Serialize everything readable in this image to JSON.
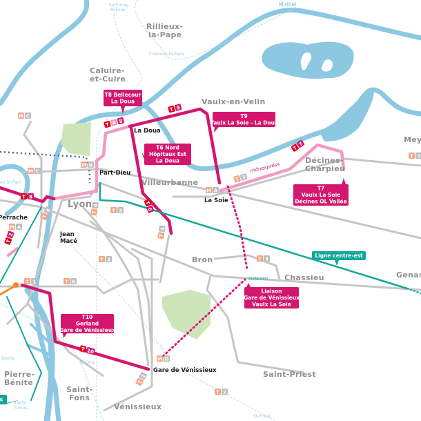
{
  "towns": {
    "rillieux_1": "Rillieux-",
    "rillieux_2": "la-Pape",
    "caluire_1": "Caluire-",
    "caluire_2": "et-Cuire",
    "vaulx": "Vaulx-en-Velin",
    "meyzieu": "Meyz",
    "decines_1": "Décines-",
    "decines_2": "Charpieu",
    "villeurbanne": "Villeurbanne",
    "lyon": "Lyon",
    "bron": "Bron",
    "chassieu": "Chassieu",
    "genas": "Genas",
    "saint_priest": "Saint-Priest",
    "venissieux": "Vénissieux",
    "saint_fons_1": "Saint-",
    "saint_fons_2": "Fons",
    "pierre_benite_1": "Pierre-",
    "pierre_benite_2": "Bénite"
  },
  "stations": {
    "la_doua": "La Doua",
    "part_dieu": "Part-Dieu",
    "la_soie": "La Soie",
    "gare_venissieux": "Gare de Vénissieux",
    "jean_mace_1": "Jean",
    "jean_mace_2": "Macé",
    "perrache": "Perrache",
    "eurexpo": "EUREXPO"
  },
  "rail_stops": {
    "sathonay_1": "Sathonay-",
    "sathonay_2": "Rillieux",
    "crepieux": "Crépieux-la-Pape",
    "miribel": "Miribel",
    "st_paul": "on St-Paul",
    "st_fons": "St-Fons",
    "st_priest": "St-Priest",
    "benite": "Bénite",
    "irigny_1": "Irigny-",
    "irigny_2": "Yvours"
  },
  "callouts": {
    "t8": [
      "T8 Bellecour",
      "La Doua"
    ],
    "t6": [
      "T6 Nord",
      "Hôpitaux Est",
      "La Doua"
    ],
    "t9": [
      "T9",
      "Vaulx La Soie - La Doua"
    ],
    "t7": [
      "T7",
      "Vaulx La Soie",
      "Décines OL Vallée"
    ],
    "centre_est": [
      "Ligne centre-est"
    ],
    "liaison": [
      "Liaison",
      "Gare de Vénissieux",
      "Vaulx La Soie"
    ],
    "t10": [
      "T10",
      "Gerland",
      "Gare de Vénissieux"
    ],
    "cut_left": [
      "rs"
    ]
  },
  "logo": "rhônexpress",
  "badges": [
    {
      "a": "T",
      "b": "4",
      "c": "8",
      "kind": "new"
    },
    {
      "a": "T",
      "b": "9",
      "kind": "new"
    },
    {
      "a": "T",
      "b": "6",
      "kind": "new"
    },
    {
      "a": "T",
      "b": "7",
      "kind": "new"
    },
    {
      "a": "T",
      "b": "8",
      "kind": "new"
    },
    {
      "a": "T",
      "b": "2",
      "kind": "new"
    },
    {
      "a": "T",
      "b": "10",
      "kind": "new"
    },
    {
      "a": "M",
      "b": "C",
      "kind": "metro"
    },
    {
      "a": "M",
      "b": "C",
      "kind": "metro"
    },
    {
      "a": "M",
      "b": "B",
      "kind": "metro"
    },
    {
      "a": "M",
      "b": "A",
      "kind": "metro"
    },
    {
      "a": "M",
      "b": "A",
      "kind": "metro"
    },
    {
      "a": "M",
      "b": "D",
      "kind": "metro"
    },
    {
      "a": "T",
      "b": "3",
      "kind": "tram"
    },
    {
      "a": "T",
      "b": "3",
      "kind": "tram"
    },
    {
      "a": "T",
      "b": "3",
      "kind": "tram"
    },
    {
      "a": "T",
      "b": "1",
      "kind": "tram"
    },
    {
      "a": "T",
      "b": "6",
      "kind": "tram"
    },
    {
      "a": "T",
      "b": "2",
      "kind": "tram"
    },
    {
      "a": "T",
      "b": "5",
      "kind": "tram"
    },
    {
      "a": "T",
      "b": "2",
      "kind": "tram"
    },
    {
      "a": "T",
      "b": "4",
      "kind": "tram"
    },
    {
      "a": "T",
      "b": "4",
      "kind": "tram"
    },
    {
      "a": "T",
      "b": "4",
      "kind": "tram"
    },
    {
      "a": "T",
      "b": "2",
      "kind": "tram"
    }
  ],
  "colors": {
    "water": "#8cc8e2",
    "park": "#cde5b9",
    "existing": "#c6c6c6",
    "magenta": "#d4166f",
    "pink": "#f09cc3",
    "teal": "#12a79a",
    "tram_badge": "#f4a582",
    "new_badge": "#e2001a"
  }
}
